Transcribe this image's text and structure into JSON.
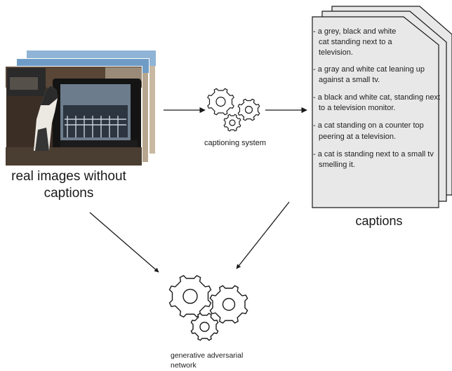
{
  "labels": {
    "real_images": "real images without captions",
    "captioning_system": "captioning system",
    "captions": "captions",
    "gan": "generative adversarial network"
  },
  "captions": [
    "a grey, black and white cat standing next to a television.",
    "a gray and white cat leaning up against a small tv.",
    "a black and white cat, standing next to a television monitor.",
    "a cat standing on a counter top peering at a television.",
    "a cat is standing next to a small tv smelling it."
  ],
  "icons": [
    "gear-icon",
    "arrow-icon",
    "document-stack-icon",
    "photo-stack-icon"
  ],
  "colors": {
    "document_fill": "#e8e8e8",
    "document_stroke": "#1a1a1a",
    "arrow": "#1a1a1a",
    "gear_stroke": "#1a1a1a"
  }
}
